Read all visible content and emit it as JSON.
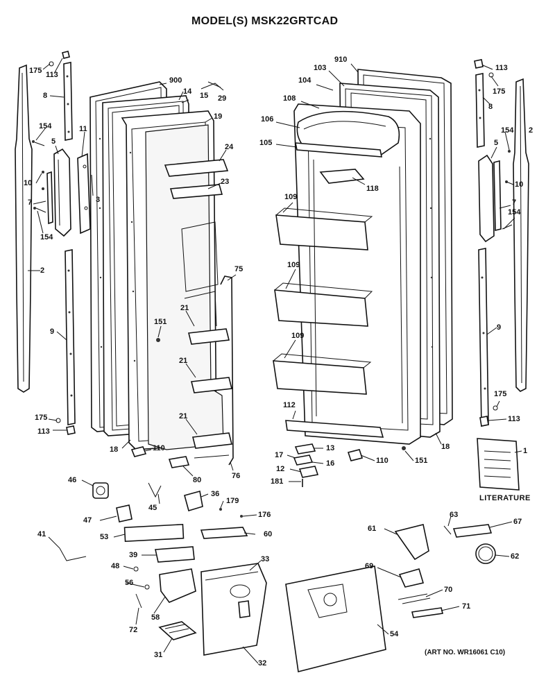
{
  "header": {
    "title": "MODEL(S) MSK22GRTCAD"
  },
  "literature": {
    "label": "LITERATURE"
  },
  "art_number": "(ART NO. WR16061 C10)",
  "callouts": [
    {
      "id": "c175a",
      "text": "175"
    },
    {
      "id": "c113a",
      "text": "113"
    },
    {
      "id": "c8a",
      "text": "8"
    },
    {
      "id": "c154a",
      "text": "154"
    },
    {
      "id": "c5a",
      "text": "5"
    },
    {
      "id": "c11",
      "text": "11"
    },
    {
      "id": "c10a",
      "text": "10"
    },
    {
      "id": "c3",
      "text": "3"
    },
    {
      "id": "c7a",
      "text": "7"
    },
    {
      "id": "c154b",
      "text": "154"
    },
    {
      "id": "c2a",
      "text": "2"
    },
    {
      "id": "c9a",
      "text": "9"
    },
    {
      "id": "c175b",
      "text": "175"
    },
    {
      "id": "c113b",
      "text": "113"
    },
    {
      "id": "c900",
      "text": "900"
    },
    {
      "id": "c14",
      "text": "14"
    },
    {
      "id": "c15",
      "text": "15"
    },
    {
      "id": "c29",
      "text": "29"
    },
    {
      "id": "c19",
      "text": "19"
    },
    {
      "id": "c24",
      "text": "24"
    },
    {
      "id": "c23",
      "text": "23"
    },
    {
      "id": "c75",
      "text": "75"
    },
    {
      "id": "c21a",
      "text": "21"
    },
    {
      "id": "c151a",
      "text": "151"
    },
    {
      "id": "c21b",
      "text": "21"
    },
    {
      "id": "c21c",
      "text": "21"
    },
    {
      "id": "c18a",
      "text": "18"
    },
    {
      "id": "c110a",
      "text": "110"
    },
    {
      "id": "c80",
      "text": "80"
    },
    {
      "id": "c76",
      "text": "76"
    },
    {
      "id": "c910",
      "text": "910"
    },
    {
      "id": "c103",
      "text": "103"
    },
    {
      "id": "c104",
      "text": "104"
    },
    {
      "id": "c108",
      "text": "108"
    },
    {
      "id": "c106",
      "text": "106"
    },
    {
      "id": "c105",
      "text": "105"
    },
    {
      "id": "c118",
      "text": "118"
    },
    {
      "id": "c109a",
      "text": "109"
    },
    {
      "id": "c109b",
      "text": "109"
    },
    {
      "id": "c109c",
      "text": "109"
    },
    {
      "id": "c112",
      "text": "112"
    },
    {
      "id": "c113c",
      "text": "113"
    },
    {
      "id": "c175c",
      "text": "175"
    },
    {
      "id": "c8b",
      "text": "8"
    },
    {
      "id": "c154c",
      "text": "154"
    },
    {
      "id": "c2b",
      "text": "2"
    },
    {
      "id": "c5b",
      "text": "5"
    },
    {
      "id": "c10b",
      "text": "10"
    },
    {
      "id": "c7b",
      "text": "7"
    },
    {
      "id": "c154d",
      "text": "154"
    },
    {
      "id": "c9b",
      "text": "9"
    },
    {
      "id": "c175d",
      "text": "175"
    },
    {
      "id": "c113d",
      "text": "113"
    },
    {
      "id": "c18b",
      "text": "18"
    },
    {
      "id": "c1",
      "text": "1"
    },
    {
      "id": "c13",
      "text": "13"
    },
    {
      "id": "c17",
      "text": "17"
    },
    {
      "id": "c16",
      "text": "16"
    },
    {
      "id": "c12",
      "text": "12"
    },
    {
      "id": "c181",
      "text": "181"
    },
    {
      "id": "c110b",
      "text": "110"
    },
    {
      "id": "c151b",
      "text": "151"
    },
    {
      "id": "c46",
      "text": "46"
    },
    {
      "id": "c45",
      "text": "45"
    },
    {
      "id": "c36",
      "text": "36"
    },
    {
      "id": "c179",
      "text": "179"
    },
    {
      "id": "c47",
      "text": "47"
    },
    {
      "id": "c176",
      "text": "176"
    },
    {
      "id": "c41",
      "text": "41"
    },
    {
      "id": "c53",
      "text": "53"
    },
    {
      "id": "c60",
      "text": "60"
    },
    {
      "id": "c39",
      "text": "39"
    },
    {
      "id": "c48",
      "text": "48"
    },
    {
      "id": "c33",
      "text": "33"
    },
    {
      "id": "c56",
      "text": "56"
    },
    {
      "id": "c58",
      "text": "58"
    },
    {
      "id": "c72",
      "text": "72"
    },
    {
      "id": "c31",
      "text": "31"
    },
    {
      "id": "c32",
      "text": "32"
    },
    {
      "id": "c63",
      "text": "63"
    },
    {
      "id": "c67",
      "text": "67"
    },
    {
      "id": "c61",
      "text": "61"
    },
    {
      "id": "c62",
      "text": "62"
    },
    {
      "id": "c69",
      "text": "69"
    },
    {
      "id": "c70",
      "text": "70"
    },
    {
      "id": "c71",
      "text": "71"
    },
    {
      "id": "c54",
      "text": "54"
    }
  ]
}
